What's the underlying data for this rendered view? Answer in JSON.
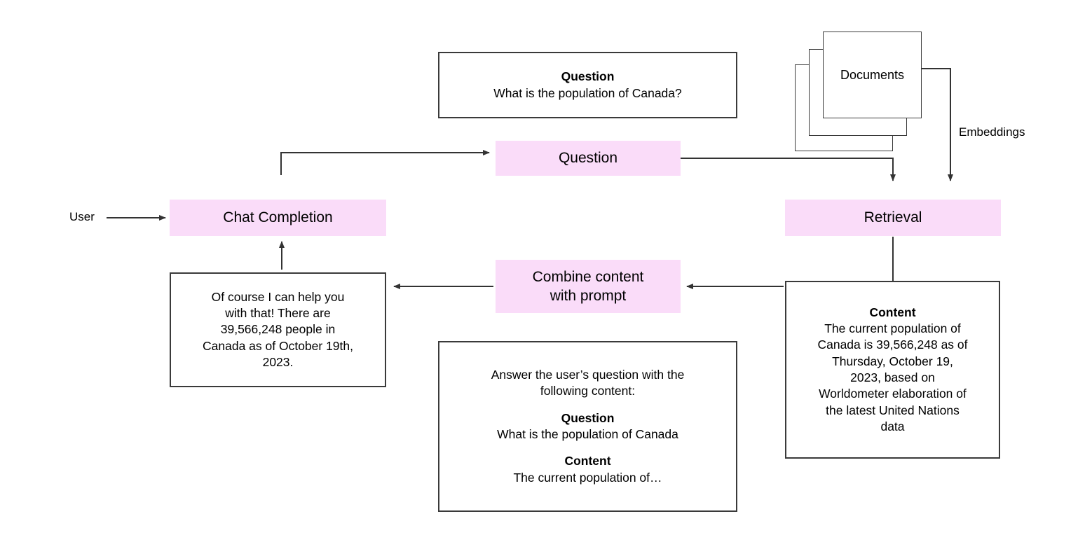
{
  "diagram": {
    "title": "Retrieval Augmented Generation flow",
    "accent_color": "#FADCF9",
    "line_color": "#333333",
    "nodes": {
      "question_input": {
        "heading": "Question",
        "body": "What is the population of Canada?"
      },
      "documents": {
        "label": "Documents"
      },
      "question_step": {
        "label": "Question"
      },
      "retrieval_step": {
        "label": "Retrieval"
      },
      "chat_completion_step": {
        "label": "Chat Completion"
      },
      "combine_step": {
        "label_line1": "Combine content",
        "label_line2": "with prompt"
      },
      "answer_output": {
        "line1": "Of course I can help you",
        "line2": "with that! There are",
        "line3": "39,566,248 people in",
        "line4": "Canada as of October 19th,",
        "line5": "2023."
      },
      "content_box": {
        "heading": "Content",
        "line1": "The current population of",
        "line2": "Canada is 39,566,248 as of",
        "line3": "Thursday, October 19,",
        "line4": "2023, based on",
        "line5": "Worldometer elaboration of",
        "line6": "the latest United Nations",
        "line7": "data"
      },
      "prompt_box": {
        "intro_line1": "Answer the user’s question with the",
        "intro_line2": "following content:",
        "question_heading": "Question",
        "question_text": "What is the population of Canada",
        "content_heading": "Content",
        "content_text": "The current population of…"
      }
    },
    "labels": {
      "user": "User",
      "embeddings": "Embeddings"
    }
  }
}
